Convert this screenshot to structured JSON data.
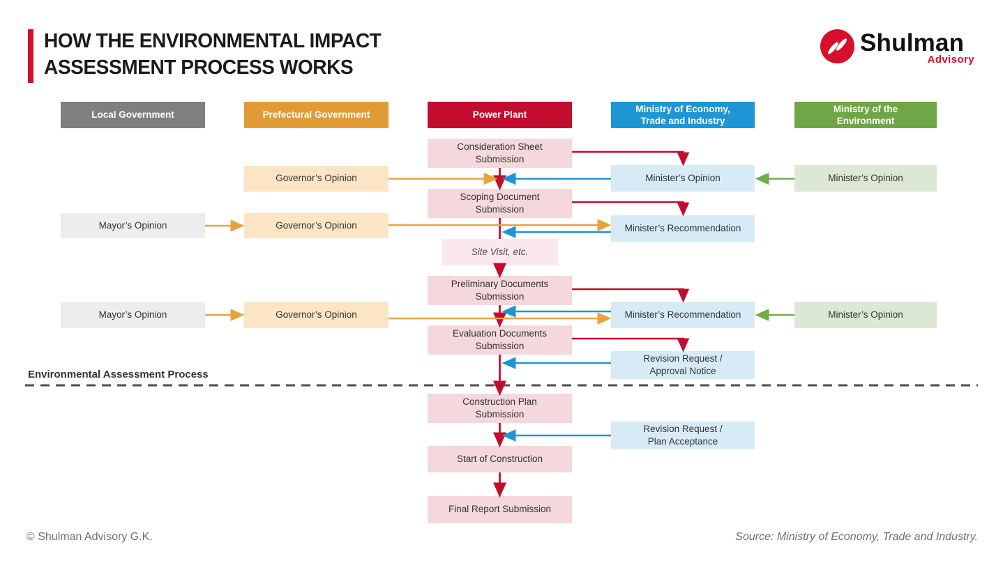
{
  "title": {
    "text": "HOW THE ENVIRONMENTAL IMPACT\nASSESSMENT PROCESS WORKS"
  },
  "logo": {
    "brand": "Shulman",
    "tagline": "Advisory"
  },
  "columns": [
    {
      "label": "Local Government"
    },
    {
      "label": "Prefectural Government"
    },
    {
      "label": "Power Plant"
    },
    {
      "label": "Ministry of Economy,\nTrade and Industry"
    },
    {
      "label": "Ministry of the\nEnvironment"
    }
  ],
  "boxes": {
    "consideration_sheet": "Consideration Sheet\nSubmission",
    "scoping_document": "Scoping Document\nSubmission",
    "site_visit": "Site Visit, etc.",
    "preliminary_documents": "Preliminary Documents\nSubmission",
    "evaluation_documents": "Evaluation Documents\nSubmission",
    "construction_plan": "Construction Plan\nSubmission",
    "start_of_construction": "Start of Construction",
    "final_report": "Final Report Submission",
    "ministers_opinion_meti": "Minister’s Opinion",
    "ministers_recommendation_1": "Minister’s Recommendation",
    "ministers_recommendation_2": "Minister’s Recommendation",
    "revision_request_approval": "Revision Request /\nApproval Notice",
    "revision_request_plan": "Revision Request /\nPlan Acceptance",
    "ministers_opinion_moe_1": "Minister’s Opinion",
    "ministers_opinion_moe_2": "Minister’s Opinion",
    "governors_opinion_1": "Governor’s Opinion",
    "governors_opinion_2": "Governor’s Opinion",
    "governors_opinion_3": "Governor’s Opinion",
    "mayors_opinion_1": "Mayor’s Opinion",
    "mayors_opinion_2": "Mayor’s Opinion"
  },
  "section_divider": {
    "label": "Environmental Assessment Process"
  },
  "footer": {
    "copyright": "© Shulman Advisory G.K.",
    "source": "Source: Ministry of Economy, Trade and Industry."
  },
  "colors": {
    "brand-red": "#D60F2C",
    "header-gray": "#7F7F7F",
    "header-orange": "#E19B35",
    "header-red": "#C30D2E",
    "header-blue": "#1E95D4",
    "header-green": "#6FA747",
    "box-pink": "#F4D8DC",
    "box-pink-light": "#FBE8EC",
    "box-blue": "#D7EBF7",
    "box-green": "#DCE8D3",
    "box-tan": "#FBE5C4",
    "box-gray": "#EDEDED",
    "arrow-red": "#C30D2E",
    "arrow-orange": "#E8A33D",
    "arrow-blue": "#1E95D4",
    "arrow-green": "#6FAD47",
    "divider-gray": "#4D4D4D"
  }
}
